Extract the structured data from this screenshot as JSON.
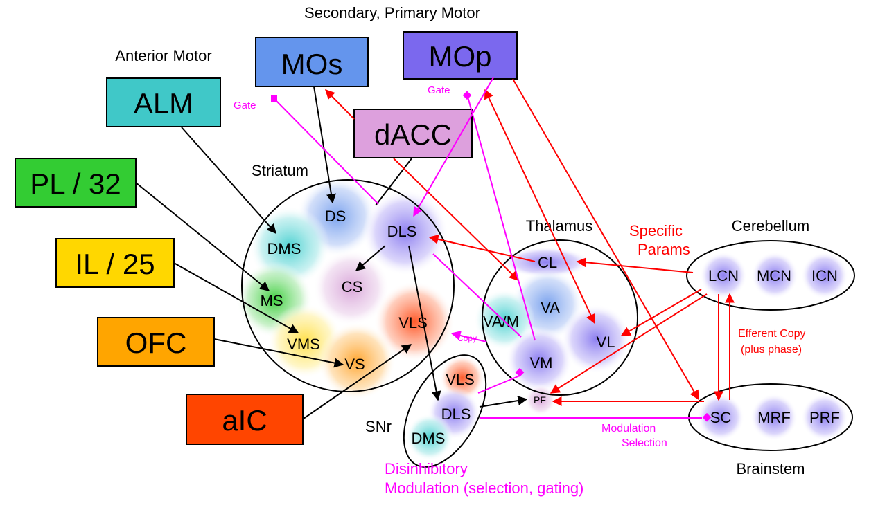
{
  "labels": {
    "secondary_primary_motor": "Secondary, Primary Motor",
    "anterior_motor": "Anterior Motor",
    "striatum": "Striatum",
    "thalamus": "Thalamus",
    "cerebellum": "Cerebellum",
    "brainstem": "Brainstem",
    "snr": "SNr",
    "specific_params_1": "Specific",
    "specific_params_2": "Params",
    "efferent_copy_1": "Efferent Copy",
    "efferent_copy_2": "(plus phase)",
    "modulation": "Modulation",
    "selection": "Selection",
    "disinhibitory_1": "Disinhibitory",
    "disinhibitory_2": "Modulation (selection, gating)",
    "gate_left": "Gate",
    "gate_right": "Gate",
    "copy": "Copy"
  },
  "boxes": {
    "mos": {
      "label": "MOs",
      "color": "#6495ED"
    },
    "mop": {
      "label": "MOp",
      "color": "#7B68EE"
    },
    "alm": {
      "label": "ALM",
      "color": "#40C8C8"
    },
    "dacc": {
      "label": "dACC",
      "color": "#DDA0DD"
    },
    "pl": {
      "label": "PL / 32",
      "color": "#33CC33"
    },
    "il": {
      "label": "IL / 25",
      "color": "#FFD700"
    },
    "ofc": {
      "label": "OFC",
      "color": "#FFA500"
    },
    "aic": {
      "label": "aIC",
      "color": "#FF4500"
    }
  },
  "striatum": {
    "ds": "DS",
    "dms": "DMS",
    "dls": "DLS",
    "cs": "CS",
    "ms": "MS",
    "vls": "VLS",
    "vms": "VMS",
    "vs": "VS"
  },
  "thalamus": {
    "cl": "CL",
    "va": "VA",
    "vam": "VA/M",
    "vl": "VL",
    "vm": "VM",
    "pf": "PF"
  },
  "snr_nuclei": {
    "vls": "VLS",
    "dls": "DLS",
    "dms": "DMS"
  },
  "cerebellum": {
    "lcn": "LCN",
    "mcn": "MCN",
    "icn": "ICN"
  },
  "brainstem": {
    "sc": "SC",
    "mrf": "MRF",
    "prf": "PRF"
  },
  "colors": {
    "black_arrow": "#000000",
    "red_arrow": "#FF0000",
    "magenta_arrow": "#FF00FF"
  }
}
